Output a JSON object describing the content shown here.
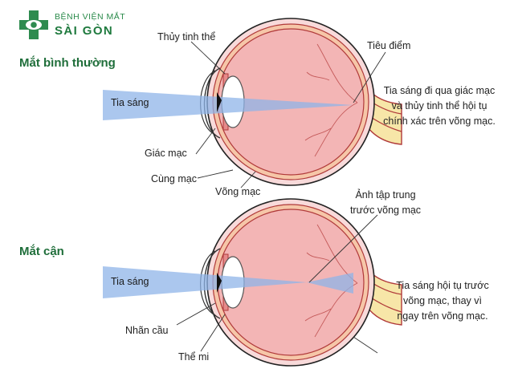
{
  "logo": {
    "line1": "BỆNH VIỆN MẮT",
    "line2": "SÀI GÒN",
    "icon": "eye-cross-icon",
    "color": "#1f7a3e"
  },
  "normal_eye": {
    "title": "Mắt bình thường",
    "labels": {
      "lens": "Thủy tinh thể",
      "focal_point": "Tiêu điểm",
      "light_ray": "Tia sáng",
      "cornea": "Giác mạc",
      "sclera": "Cùng mạc",
      "retina": "Võng mạc"
    },
    "description": [
      "Tia sáng đi qua giác mạc",
      "và thủy tinh thể hội tụ",
      "chính xác trên võng mạc."
    ]
  },
  "myopic_eye": {
    "title": "Mắt cận",
    "labels": {
      "image_focus": [
        "Ảnh tập trung",
        "trước võng mạc"
      ],
      "light_ray": "Tia sáng",
      "eyeball": "Nhãn cầu",
      "ciliary_body": "Thể mi"
    },
    "description": [
      "Tia sáng hội tụ trước",
      "võng mạc, thay vì",
      "ngay trên võng mạc."
    ]
  },
  "colors": {
    "brand_green": "#1f7a3e",
    "eye_fill": "#f3b5b5",
    "eye_outline": "#b03a3a",
    "sclera_outer": "#f8dada",
    "ray": "#8fb4e8",
    "optic_nerve": "#f7e6a8"
  }
}
